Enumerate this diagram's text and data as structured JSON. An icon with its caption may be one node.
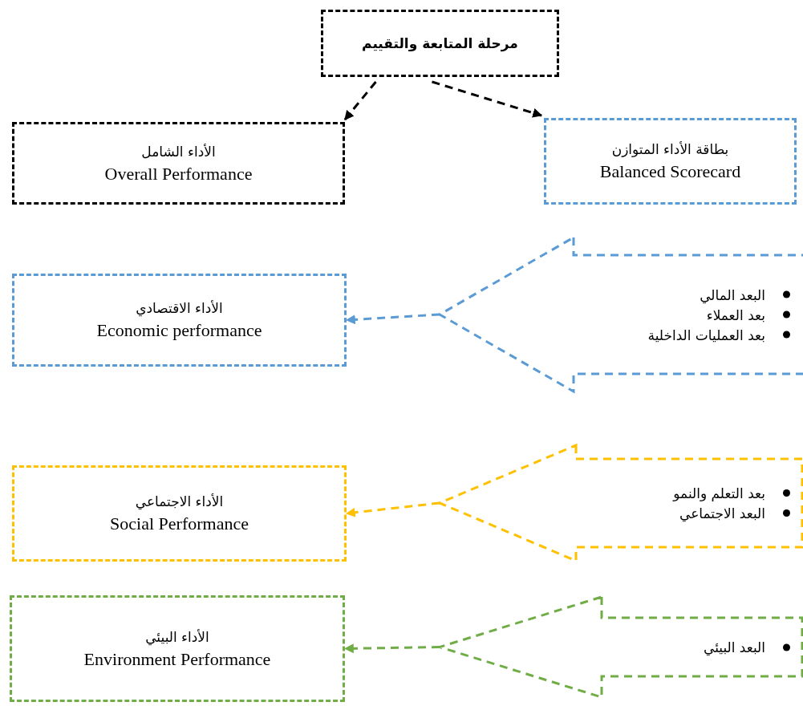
{
  "diagram": {
    "nodes": [
      {
        "text": [
          "مرحلة المتابعة والتقييم"
        ]
      },
      {
        "text": [
          "الأداء الشامل",
          "Overall Performance"
        ]
      },
      {
        "text": [
          "بطاقة الأداء المتوازن",
          "Balanced Scorecard"
        ]
      },
      {
        "text": [
          "الأداء الاقتصادي",
          "Economic performance"
        ]
      },
      {
        "text": [
          "البعد المالي",
          "بعد العملاء",
          "بعد العمليات الداخلية"
        ]
      },
      {
        "text": [
          "الأداء الاجتماعي",
          "Social Performance"
        ]
      },
      {
        "text": [
          "بعد التعلم والنمو",
          "البعد الاجتماعي"
        ]
      },
      {
        "text": [
          "الأداء البيئي",
          "Environment Performance"
        ]
      },
      {
        "text": [
          "البعد البيئي"
        ]
      }
    ],
    "edges": [
      {
        "from": 0,
        "to": 1,
        "arrow": "to",
        "style": "dashed"
      },
      {
        "from": 0,
        "to": 2,
        "arrow": "to",
        "style": "dashed"
      },
      {
        "from": 4,
        "to": 3,
        "arrow": "to",
        "style": "dashed",
        "color": "#5b9bd5"
      },
      {
        "from": 6,
        "to": 5,
        "arrow": "to",
        "style": "dashed",
        "color": "#ffc000"
      },
      {
        "from": 8,
        "to": 7,
        "arrow": "to",
        "style": "dashed",
        "color": "#70ad47"
      }
    ]
  }
}
